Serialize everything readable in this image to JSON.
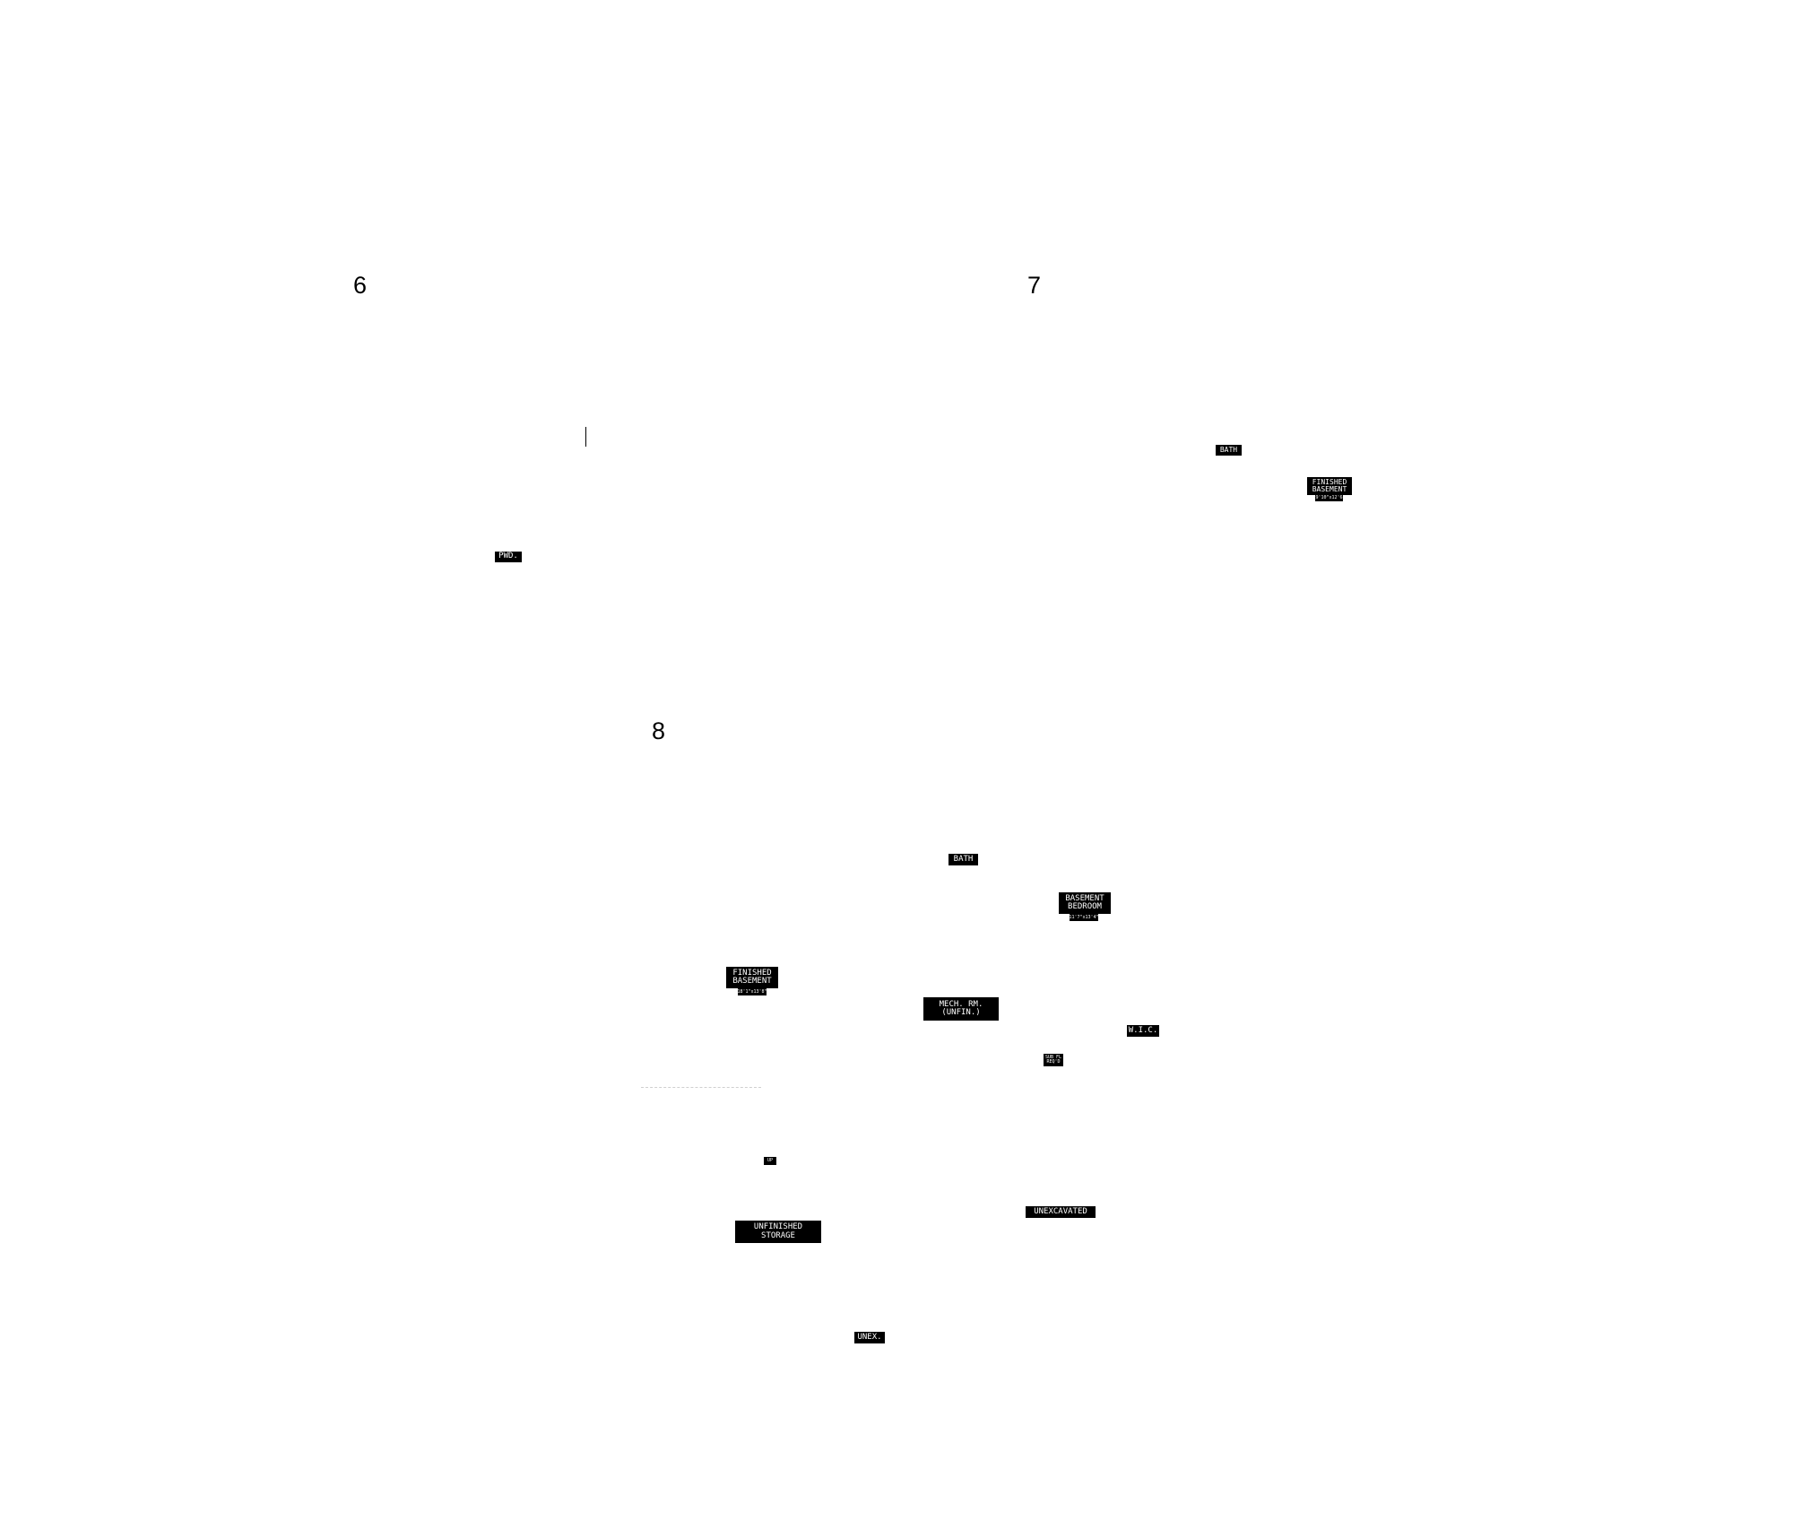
{
  "plans": {
    "p6": {
      "number": "6"
    },
    "p7": {
      "number": "7"
    },
    "p8": {
      "number": "8"
    }
  },
  "plan6": {
    "pwd": "PWD."
  },
  "plan7": {
    "bath": "BATH",
    "finished_basement": {
      "line1": "FINISHED",
      "line2": "BASEMENT",
      "dim": "19'10\"x12'6\""
    }
  },
  "plan8": {
    "bath": "BATH",
    "basement_bedroom": {
      "line1": "BASEMENT",
      "line2": "BEDROOM",
      "dim": "11'7\"x13'4\""
    },
    "finished_basement": {
      "line1": "FINISHED",
      "line2": "BASEMENT",
      "dim": "18'1\"x13'8\""
    },
    "mech_rm": {
      "line1": "MECH. RM.",
      "line2": "(UNFIN.)"
    },
    "wic": "W.I.C.",
    "sub_fl": {
      "line1": "SUB FL",
      "line2": "REQ'D"
    },
    "up": "UP",
    "unexcavated": "UNEXCAVATED",
    "unfinished_storage": {
      "line1": "UNFINISHED",
      "line2": "STORAGE"
    },
    "unex": "UNEX."
  }
}
